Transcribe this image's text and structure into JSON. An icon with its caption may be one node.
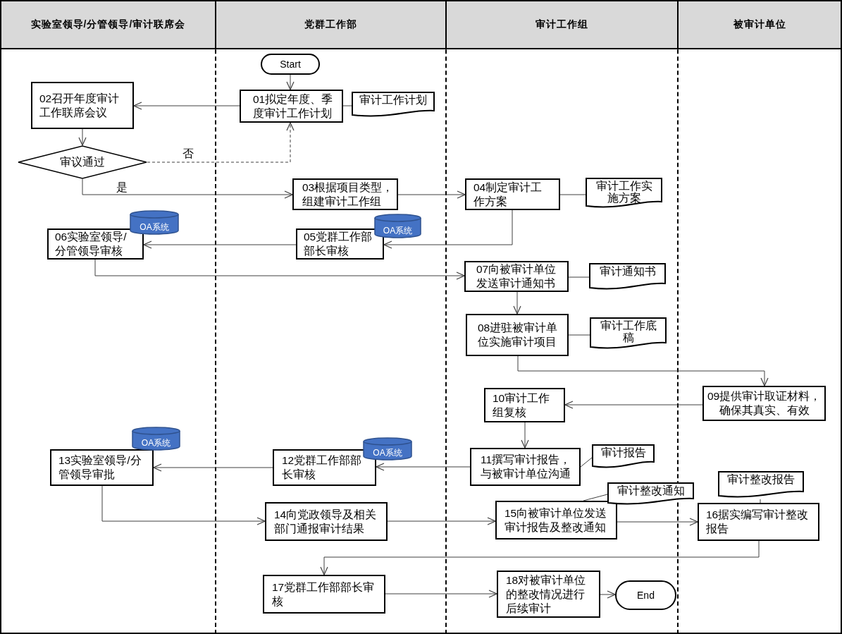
{
  "diagram": {
    "nodes": [
      {
        "text": [
          "实验室领导/分管领导/审计联席会"
        ]
      },
      {
        "text": [
          "党群工作部"
        ]
      },
      {
        "text": [
          "审计工作组"
        ]
      },
      {
        "text": [
          "被审计单位"
        ]
      },
      {
        "text": [
          "Start"
        ],
        "in": 1
      },
      {
        "text": [
          "02召开年度审计工作联席会议"
        ],
        "in": 0
      },
      {
        "text": [
          "01拟定年度、季度审计工作计划"
        ],
        "in": 1
      },
      {
        "text": [
          "审计工作计划"
        ],
        "in": 1
      },
      {
        "text": [
          "审议通过"
        ],
        "in": 0
      },
      {
        "text": [
          "03根据项目类型，组建审计工作组"
        ],
        "in": 1
      },
      {
        "text": [
          "04制定审计工作方案"
        ],
        "in": 2
      },
      {
        "text": [
          "审计工作实施方案"
        ],
        "in": 2
      },
      {
        "text": [
          "OA系统"
        ],
        "in": 0
      },
      {
        "text": [
          "OA系统"
        ],
        "in": 1
      },
      {
        "text": [
          "06实验室领导/分管领导审核"
        ],
        "in": 0
      },
      {
        "text": [
          "05党群工作部部长审核"
        ],
        "in": 1
      },
      {
        "text": [
          "07向被审计单位发送审计通知书"
        ],
        "in": 2
      },
      {
        "text": [
          "审计通知书"
        ],
        "in": 2
      },
      {
        "text": [
          "08进驻被审计单位实施审计项目"
        ],
        "in": 2
      },
      {
        "text": [
          "审计工作底稿"
        ],
        "in": 2
      },
      {
        "text": [
          "10审计工作组复核"
        ],
        "in": 2
      },
      {
        "text": [
          "09提供审计取证材料，确保其真实、有效"
        ],
        "in": 3
      },
      {
        "text": [
          "OA系统"
        ],
        "in": 0
      },
      {
        "text": [
          "OA系统"
        ],
        "in": 1
      },
      {
        "text": [
          "审计报告"
        ],
        "in": 2
      },
      {
        "text": [
          "13实验室领导/分管领导审批"
        ],
        "in": 0
      },
      {
        "text": [
          "12党群工作部部长审核"
        ],
        "in": 1
      },
      {
        "text": [
          "11撰写审计报告，与被审计单位沟通"
        ],
        "in": 2
      },
      {
        "text": [
          "审计整改报告"
        ],
        "in": 3
      },
      {
        "text": [
          "审计整改通知"
        ]
      },
      {
        "text": [
          "14向党政领导及相关部门通报审计结果"
        ],
        "in": 1
      },
      {
        "text": [
          "15向被审计单位发送审计报告及整改通知"
        ],
        "in": 2
      },
      {
        "text": [
          "16据实编写审计整改报告"
        ],
        "in": 3
      },
      {
        "text": [
          "17党群工作部部长审核"
        ],
        "in": 1
      },
      {
        "text": [
          "18对被审计单位的整改情况进行后续审计"
        ],
        "in": 2
      },
      {
        "text": [
          "End"
        ],
        "in": 2
      }
    ],
    "edges": [
      {
        "from": 4,
        "to": 6,
        "arrow": "to"
      },
      {
        "from": 6,
        "to": 5,
        "arrow": "to"
      },
      {
        "from": 6,
        "to": 7,
        "arrow": "none"
      },
      {
        "from": 5,
        "to": 8,
        "arrow": "to"
      },
      {
        "from": 8,
        "to": 6,
        "arrow": "to",
        "label": "否",
        "style": "dashed"
      },
      {
        "from": 8,
        "to": 9,
        "arrow": "to",
        "label": "是"
      },
      {
        "from": 9,
        "to": 10,
        "arrow": "to"
      },
      {
        "from": 10,
        "to": 11,
        "arrow": "none"
      },
      {
        "from": 10,
        "to": 15,
        "arrow": "to"
      },
      {
        "from": 15,
        "to": 14,
        "arrow": "to"
      },
      {
        "from": 14,
        "to": 16,
        "arrow": "to"
      },
      {
        "from": 16,
        "to": 17,
        "arrow": "none"
      },
      {
        "from": 16,
        "to": 18,
        "arrow": "to"
      },
      {
        "from": 18,
        "to": 19,
        "arrow": "none"
      },
      {
        "from": 18,
        "to": 21,
        "arrow": "to"
      },
      {
        "from": 21,
        "to": 20,
        "arrow": "to"
      },
      {
        "from": 20,
        "to": 27,
        "arrow": "to"
      },
      {
        "from": 27,
        "to": 24,
        "arrow": "none"
      },
      {
        "from": 27,
        "to": 26,
        "arrow": "to"
      },
      {
        "from": 26,
        "to": 25,
        "arrow": "to"
      },
      {
        "from": 25,
        "to": 30,
        "arrow": "to"
      },
      {
        "from": 30,
        "to": 31,
        "arrow": "to"
      },
      {
        "from": 31,
        "to": 29,
        "arrow": "none"
      },
      {
        "from": 31,
        "to": 32,
        "arrow": "to"
      },
      {
        "from": 28,
        "to": 32,
        "arrow": "none"
      },
      {
        "from": 32,
        "to": 33,
        "arrow": "to"
      },
      {
        "from": 33,
        "to": 34,
        "arrow": "to"
      },
      {
        "from": 34,
        "to": 35,
        "arrow": "to"
      }
    ]
  }
}
